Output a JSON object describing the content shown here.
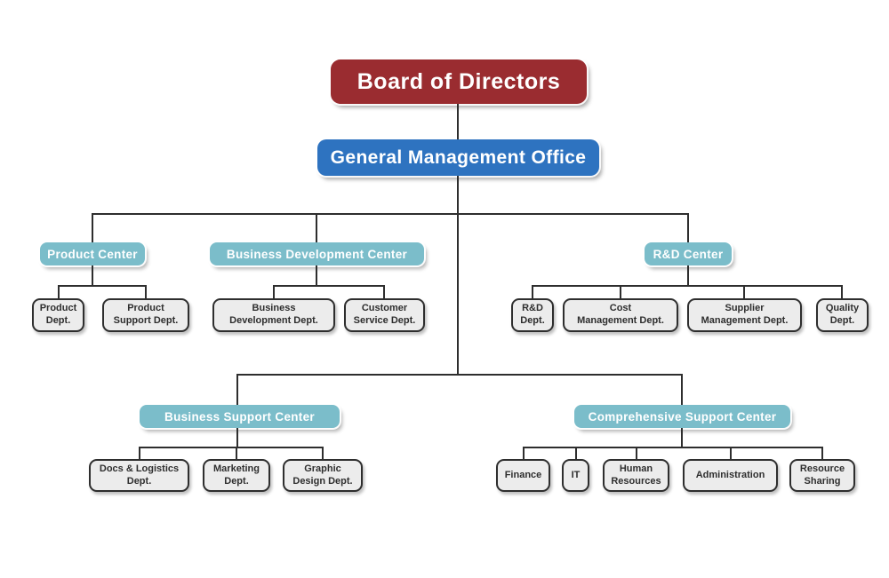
{
  "org_chart": {
    "board": "Board of Directors",
    "management_office": "General Management Office",
    "groups": [
      {
        "center": "Product Center",
        "departments": [
          "Product\nDept.",
          "Product\nSupport Dept."
        ]
      },
      {
        "center": "Business Development Center",
        "departments": [
          "Business\nDevelopment Dept.",
          "Customer\nService Dept."
        ]
      },
      {
        "center": "R&D Center",
        "departments": [
          "R&D\nDept.",
          "Cost\nManagement Dept.",
          "Supplier\nManagement Dept.",
          "Quality\nDept."
        ]
      },
      {
        "center": "Business Support Center",
        "departments": [
          "Docs & Logistics\nDept.",
          "Marketing\nDept.",
          "Graphic\nDesign Dept."
        ]
      },
      {
        "center": "Comprehensive Support Center",
        "departments": [
          "Finance",
          "IT",
          "Human\nResources",
          "Administration",
          "Resource\nSharing"
        ]
      }
    ],
    "colors": {
      "background": "#ffffff",
      "board_bg": "#9a2c30",
      "management_bg": "#2e73c0",
      "center_bg": "#7bbdca",
      "dept_bg": "#ececec",
      "dept_border": "#2e2e2e",
      "line": "#2e2e2e",
      "text_light": "#ffffff",
      "text_dark": "#2e2e2e"
    }
  }
}
